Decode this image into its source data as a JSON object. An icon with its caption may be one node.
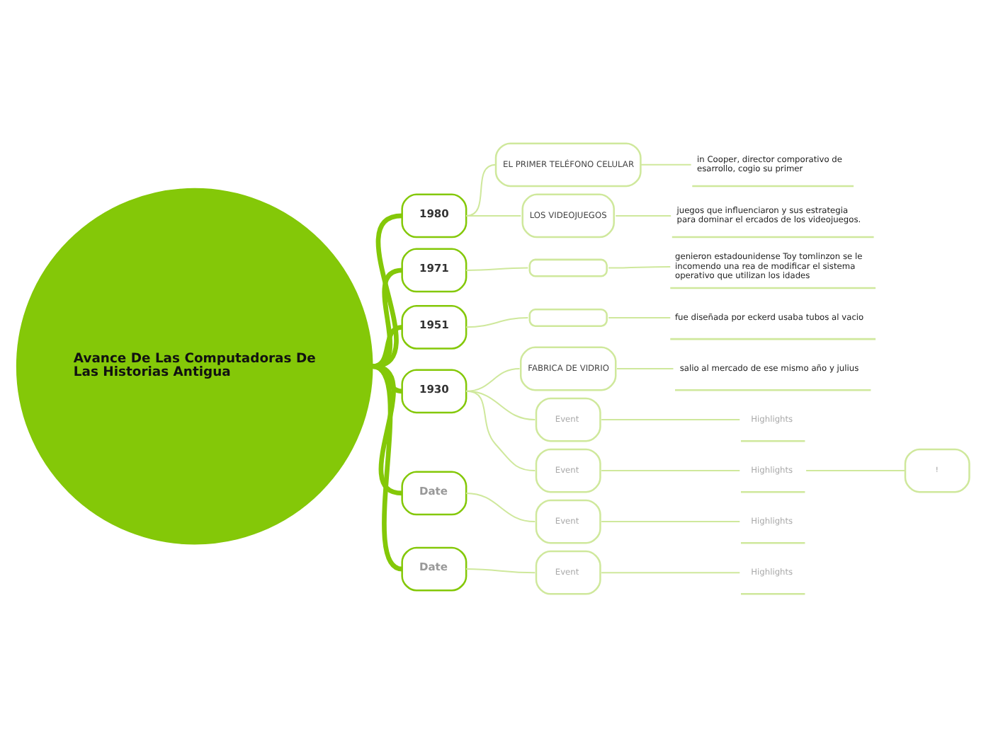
{
  "diagram": {
    "nodes": [
      {
        "text": [
          "Avance De Las Computadoras De Las Historias Antigua"
        ]
      },
      {
        "text": [
          "1980"
        ]
      },
      {
        "text": [
          "EL PRIMER TELÉFONO CELULAR"
        ]
      },
      {
        "text": [
          "in Cooper, director comporativo de esarrollo, cogio su primer"
        ]
      },
      {
        "text": [
          "LOS VIDEOJUEGOS"
        ]
      },
      {
        "text": [
          "juegos que influenciaron y sus estrategia para dominar el ercados de los videojuegos."
        ]
      },
      {
        "text": [
          "1971"
        ]
      },
      {
        "text": [],
        "shape": "box"
      },
      {
        "text": [
          "genieron estadounidense Toy tomlinzon se le incomendo una rea de modificar el sistema operativo que utilizan los idades"
        ]
      },
      {
        "text": [
          "1951"
        ]
      },
      {
        "text": [],
        "shape": "box"
      },
      {
        "text": [
          "fue diseñada por eckerd usaba tubos al vacio"
        ]
      },
      {
        "text": [
          "1930"
        ]
      },
      {
        "text": [
          "FABRICA DE VIDRIO"
        ]
      },
      {
        "text": [
          "salio al mercado de ese mismo año y julius"
        ]
      },
      {
        "text": [
          "Event"
        ]
      },
      {
        "text": [
          "Highlights"
        ]
      },
      {
        "text": [
          "Event"
        ]
      },
      {
        "text": [
          "Highlights"
        ]
      },
      {
        "text": [
          "!"
        ]
      },
      {
        "text": [
          "Date"
        ]
      },
      {
        "text": [
          "Event"
        ]
      },
      {
        "text": [
          "Highlights"
        ]
      },
      {
        "text": [
          "Date"
        ]
      },
      {
        "text": [
          "Event"
        ]
      },
      {
        "text": [
          "Highlights"
        ]
      }
    ],
    "edges": [
      {
        "from": 0,
        "to": 1,
        "arrow": "none",
        "style": "thick",
        "color": "#84c808"
      },
      {
        "from": 1,
        "to": 2,
        "arrow": "none"
      },
      {
        "from": 2,
        "to": 3,
        "arrow": "none"
      },
      {
        "from": 1,
        "to": 4,
        "arrow": "none"
      },
      {
        "from": 4,
        "to": 5,
        "arrow": "none"
      },
      {
        "from": 0,
        "to": 6,
        "arrow": "none",
        "style": "thick",
        "color": "#84c808"
      },
      {
        "from": 6,
        "to": 7,
        "arrow": "none"
      },
      {
        "from": 7,
        "to": 8,
        "arrow": "none"
      },
      {
        "from": 0,
        "to": 9,
        "arrow": "none",
        "style": "thick",
        "color": "#84c808"
      },
      {
        "from": 9,
        "to": 10,
        "arrow": "none"
      },
      {
        "from": 10,
        "to": 11,
        "arrow": "none"
      },
      {
        "from": 0,
        "to": 12,
        "arrow": "none",
        "style": "thick",
        "color": "#84c808"
      },
      {
        "from": 12,
        "to": 13,
        "arrow": "none"
      },
      {
        "from": 13,
        "to": 14,
        "arrow": "none"
      },
      {
        "from": 12,
        "to": 15,
        "arrow": "none"
      },
      {
        "from": 15,
        "to": 16,
        "arrow": "none"
      },
      {
        "from": 12,
        "to": 17,
        "arrow": "none"
      },
      {
        "from": 17,
        "to": 18,
        "arrow": "none"
      },
      {
        "from": 18,
        "to": 19,
        "arrow": "none"
      },
      {
        "from": 0,
        "to": 20,
        "arrow": "none",
        "style": "thick",
        "color": "#84c808"
      },
      {
        "from": 20,
        "to": 21,
        "arrow": "none"
      },
      {
        "from": 21,
        "to": 22,
        "arrow": "none"
      },
      {
        "from": 0,
        "to": 23,
        "arrow": "none",
        "style": "thick",
        "color": "#84c808"
      },
      {
        "from": 23,
        "to": 24,
        "arrow": "none"
      },
      {
        "from": 24,
        "to": 25,
        "arrow": "none"
      }
    ]
  }
}
